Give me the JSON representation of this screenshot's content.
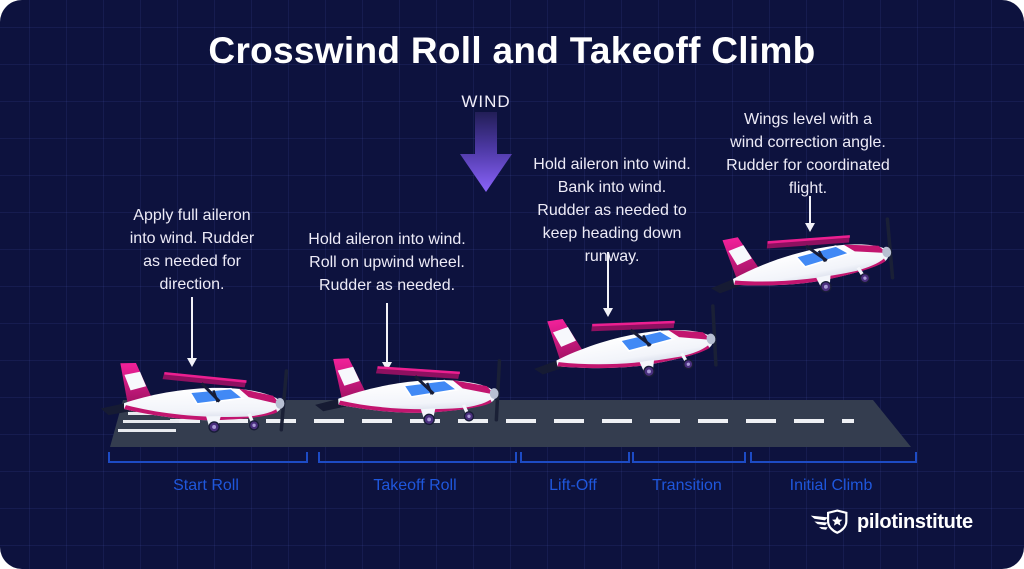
{
  "title": "Crosswind Roll and Takeoff Climb",
  "wind": {
    "label": "WIND",
    "icon": "wind-down-arrow-icon"
  },
  "annotations": {
    "start_roll": {
      "lines": [
        "Apply full aileron",
        "into wind. Rudder",
        "as needed for",
        "direction."
      ]
    },
    "takeoff_roll": {
      "lines": [
        "Hold aileron into wind.",
        "Roll on upwind wheel.",
        "Rudder as needed."
      ]
    },
    "lift_off": {
      "lines": [
        "Hold aileron into wind.",
        "Bank into wind.",
        "Rudder as needed to",
        "keep heading down",
        "runway."
      ]
    },
    "initial_climb": {
      "lines": [
        "Wings level with a",
        "wind correction angle.",
        "Rudder for coordinated",
        "flight."
      ]
    }
  },
  "phases": [
    {
      "label": "Start Roll"
    },
    {
      "label": "Takeoff Roll"
    },
    {
      "label": "Lift-Off"
    },
    {
      "label": "Transition"
    },
    {
      "label": "Initial Climb"
    }
  ],
  "planes": [
    {
      "stage": "start roll, on runway"
    },
    {
      "stage": "takeoff roll, on upwind wheel"
    },
    {
      "stage": "lift-off, just airborne"
    },
    {
      "stage": "initial climb, airborne"
    }
  ],
  "logo": {
    "brand": "pilotinstitute",
    "icon": "winged-shield-star-icon"
  },
  "colors": {
    "background": "#0d123e",
    "grid_line": "#2a3472",
    "accent_blue": "#1f57dc",
    "bracket_blue": "#1d4bc4",
    "arrow_purple": "#8a63fb",
    "plane_magenta": "#c2156f",
    "plane_pink": "#ec1f90",
    "window_blue": "#4189f5",
    "runway_gray": "#343d4f",
    "text_white": "#edebf7"
  }
}
